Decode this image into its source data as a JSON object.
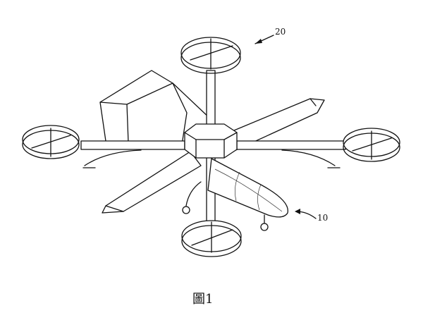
{
  "figure": {
    "caption": "圖1",
    "labels": {
      "assembly": "20",
      "fuselage": "10"
    }
  }
}
